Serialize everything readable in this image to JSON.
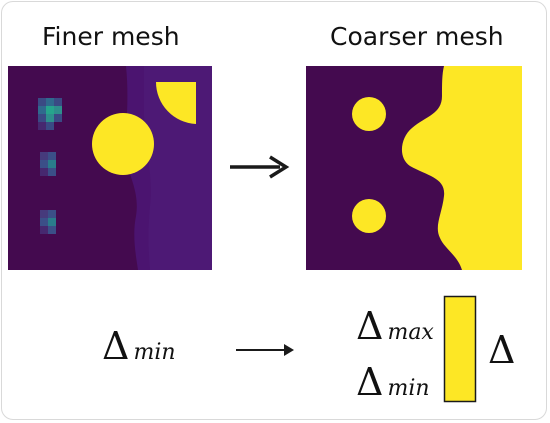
{
  "titles": {
    "finer": "Finer mesh",
    "coarser": "Coarser mesh"
  },
  "symbols": {
    "delta": "Δ",
    "min": "min",
    "max": "max"
  },
  "colors": {
    "background_dark": "#440a4f",
    "background_mid": "#4b1470",
    "accent_yellow": "#fde725",
    "teal": "#26a58c",
    "arrow": "#1a1a1a"
  },
  "icons": [
    "arrow-right-icon",
    "arrow-right-icon"
  ]
}
